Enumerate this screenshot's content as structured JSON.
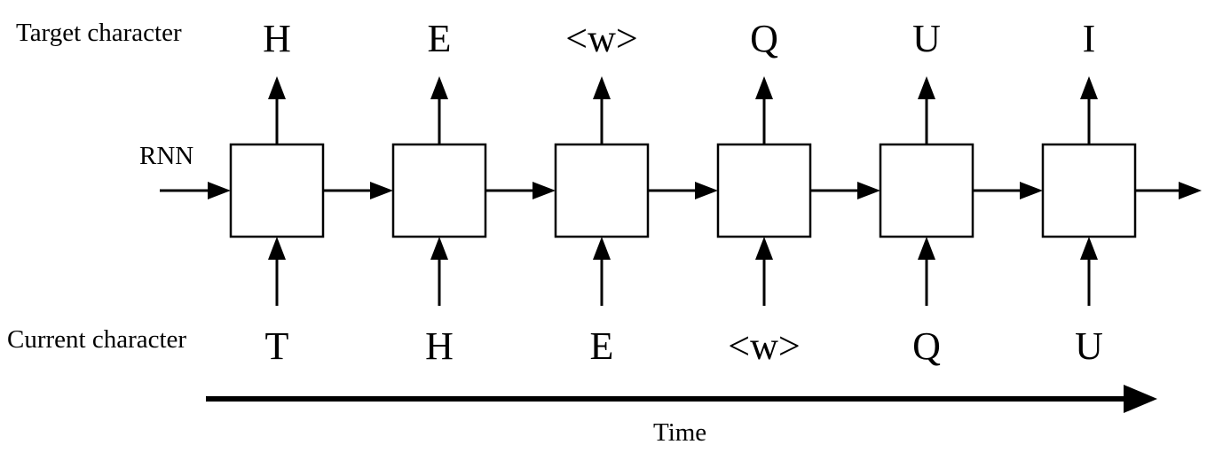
{
  "labels": {
    "target_row": "Target character",
    "current_row": "Current character",
    "rnn": "RNN",
    "time": "Time"
  },
  "cells": [
    {
      "target": "H",
      "current": "T"
    },
    {
      "target": "E",
      "current": "H"
    },
    {
      "target": "<w>",
      "current": "E"
    },
    {
      "target": "Q",
      "current": "<w>"
    },
    {
      "target": "U",
      "current": "Q"
    },
    {
      "target": "I",
      "current": "U"
    }
  ],
  "colors": {
    "stroke": "#000000",
    "background": "#ffffff"
  }
}
